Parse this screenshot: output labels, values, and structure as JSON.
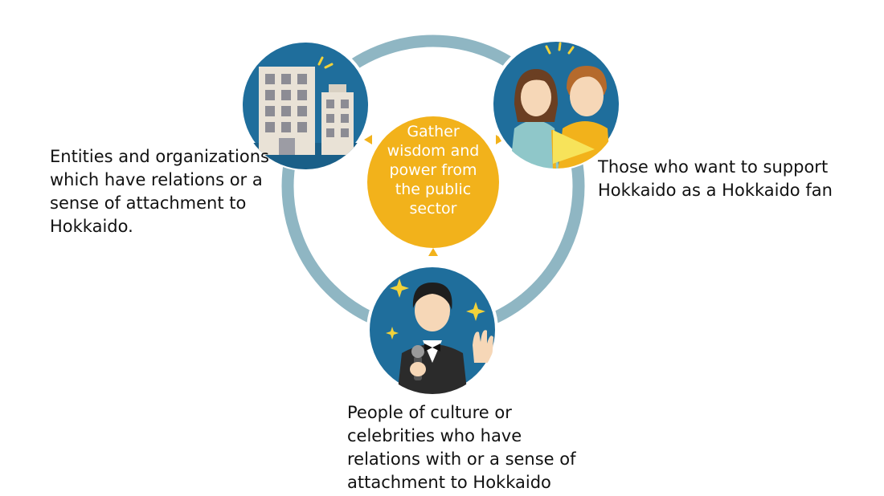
{
  "diagram": {
    "center": {
      "text": "Gather\nwisdom and\npower from\nthe public\nsector"
    },
    "nodes": [
      {
        "id": "organizations",
        "label": "Entities and organizations\nwhich have relations or a\nsense of attachment to\nHokkaido.",
        "icon": "office-buildings-icon"
      },
      {
        "id": "fans",
        "label": "Those who want to support\nHokkaido as a Hokkaido fan",
        "icon": "cheering-fans-icon"
      },
      {
        "id": "celebrities",
        "label": "People of culture or\ncelebrities who have\nrelations with or a sense of\nattachment to Hokkaido",
        "icon": "celebrity-with-microphone-icon"
      }
    ],
    "colors": {
      "ring": "#8fb6c3",
      "node_background": "#1f6e9c",
      "center": "#f2b21b",
      "arrow": "#f2b21b"
    }
  }
}
